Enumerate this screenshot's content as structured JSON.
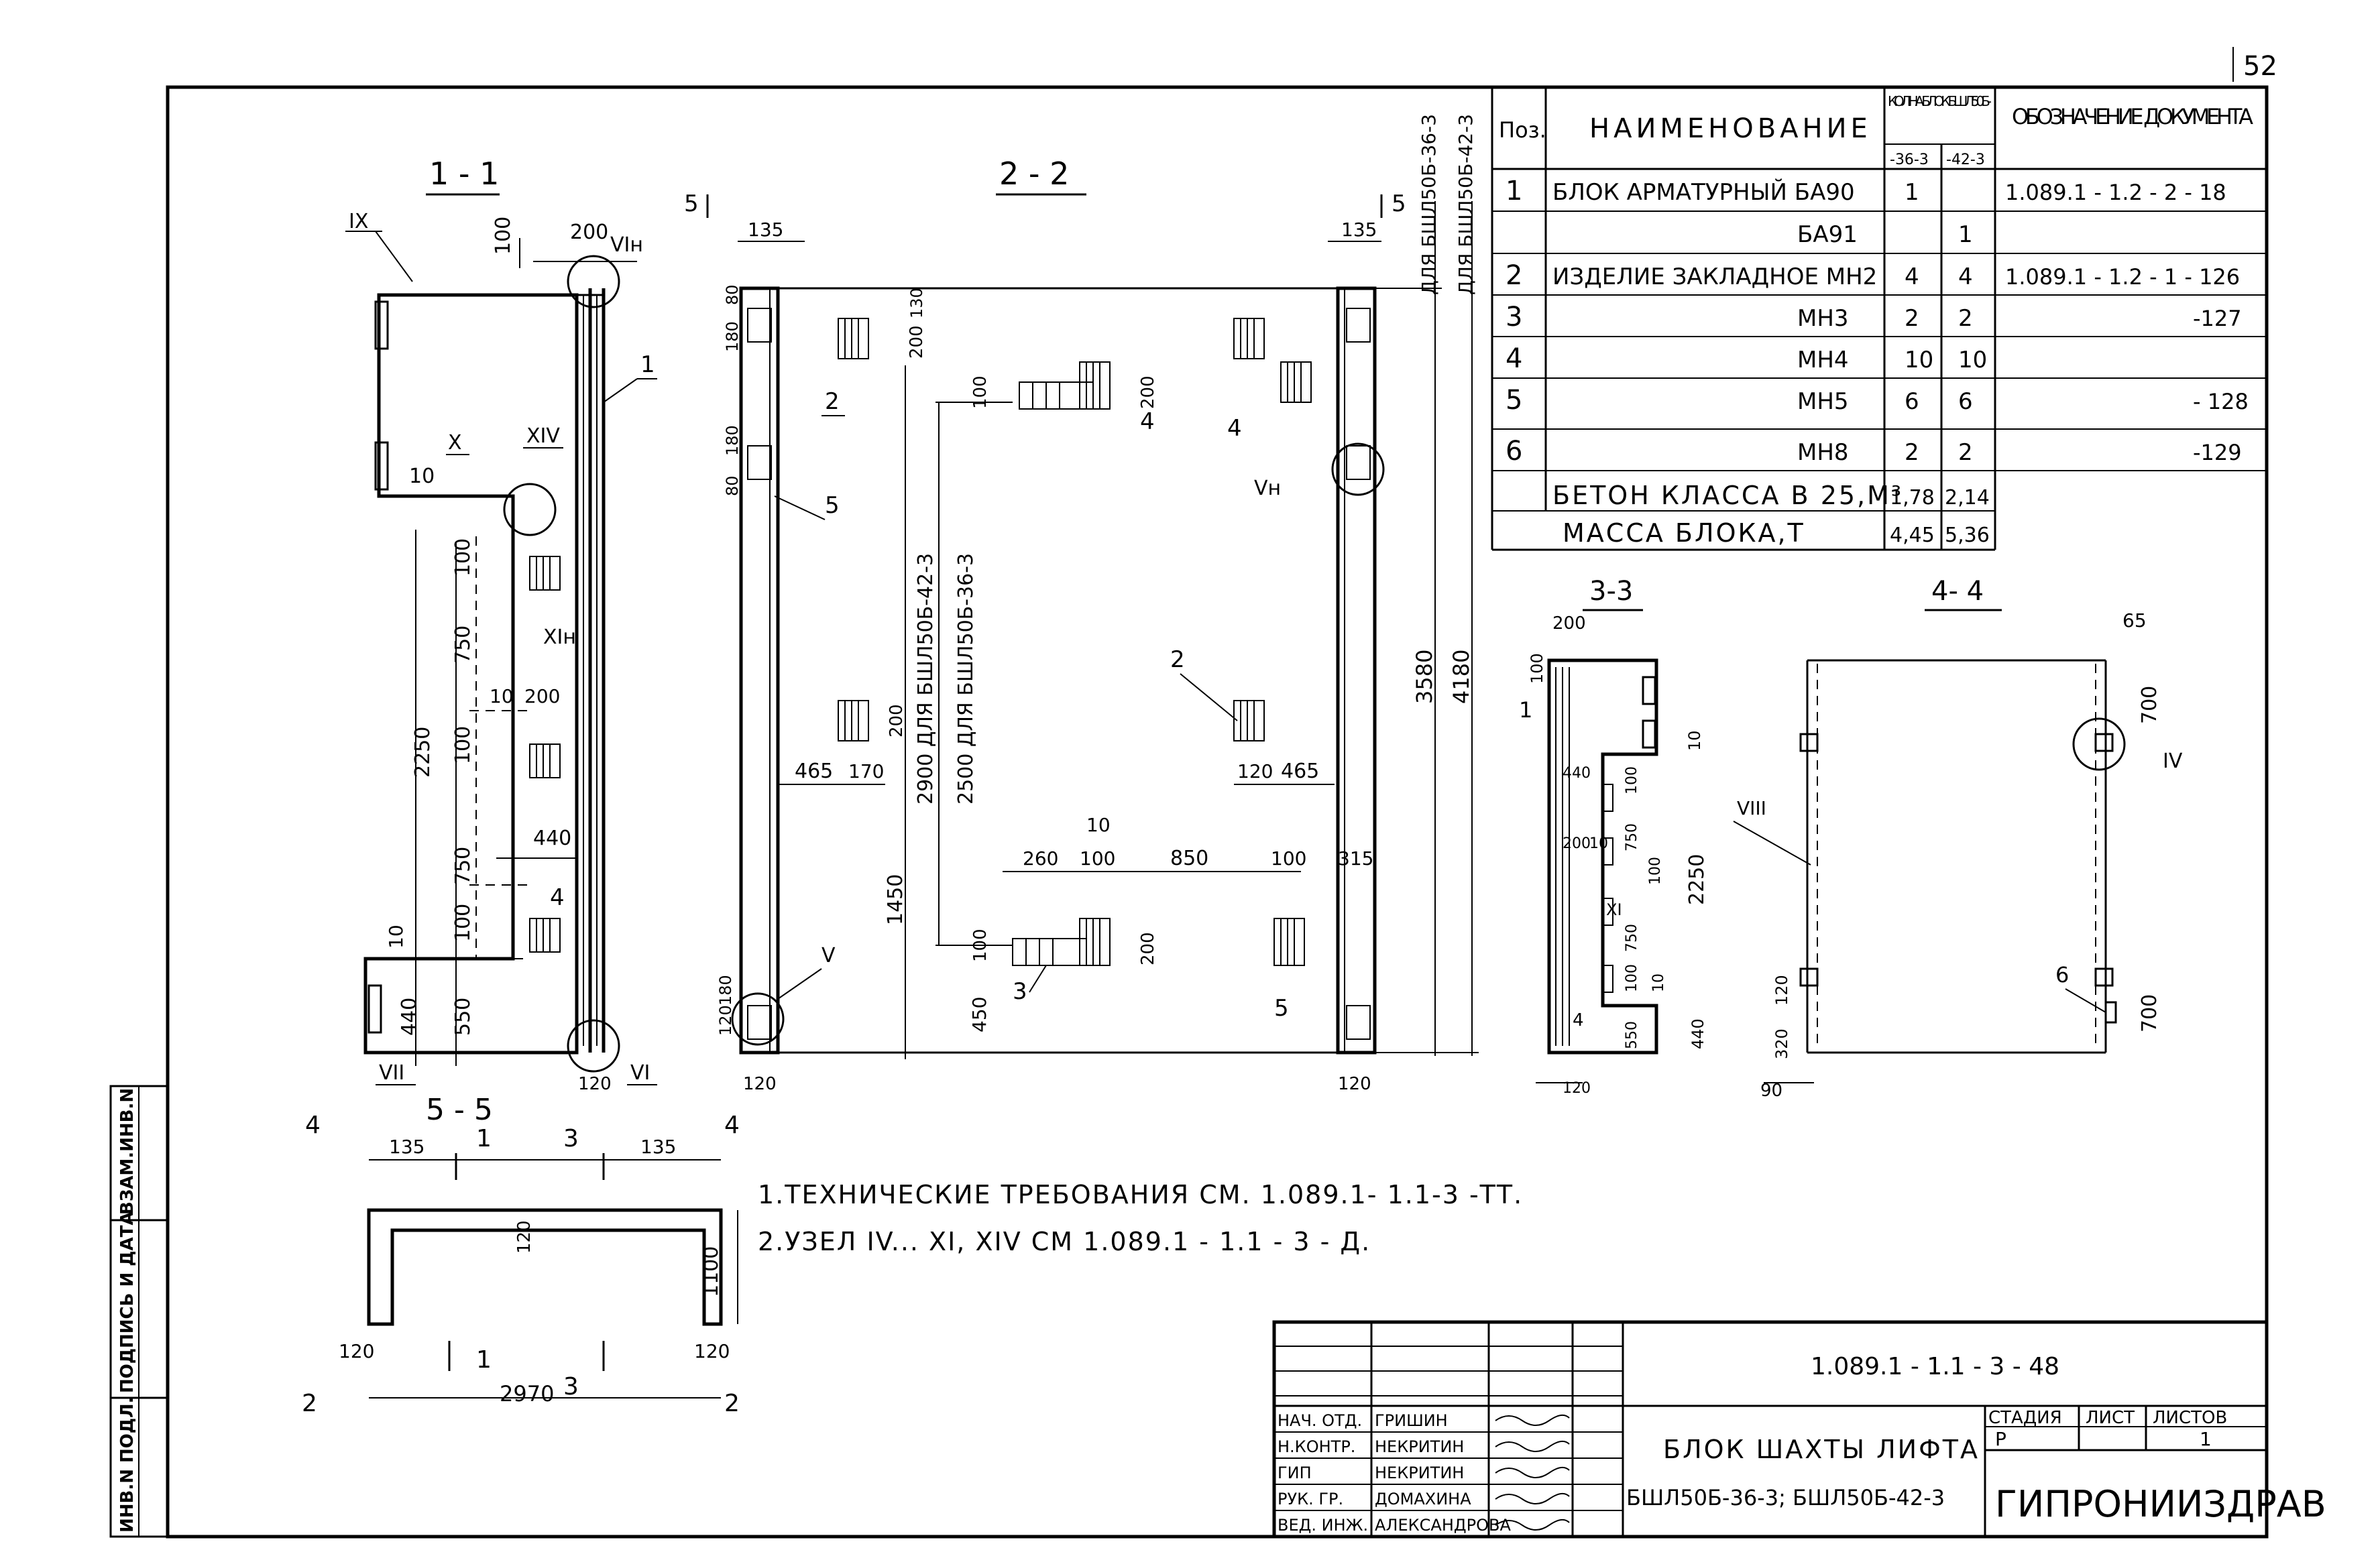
{
  "page_number": "52",
  "side_stamp": {
    "inv_orig": "ИНВ.N ПОДЛ.",
    "sign_date": "ПОДПИСЬ И ДАТА",
    "replace_inv": "ВЗАМ.ИНВ.N"
  },
  "sections": {
    "s11": "1 - 1",
    "s22": "2 - 2",
    "s33": "3-3",
    "s44": "4- 4",
    "s55": "5 - 5"
  },
  "spec_table": {
    "headers": {
      "pos": "Поз.",
      "name": "НАИМЕНОВАНИЕ",
      "qty": "КОЛ.НА БЛОК БШЛ50Б-",
      "qty_a": "-36-3",
      "qty_b": "-42-3",
      "doc": "ОБОЗНАЧЕНИЕ ДОКУМЕНТА"
    },
    "rows": [
      {
        "pos": "1",
        "name": "БЛОК АРМАТУРНЫЙ БА90",
        "a": "1",
        "b": "",
        "doc": "1.089.1 - 1.2 - 2 - 18"
      },
      {
        "pos": "",
        "name": "БА91",
        "a": "",
        "b": "1",
        "doc": ""
      },
      {
        "pos": "2",
        "name": "ИЗДЕЛИЕ ЗАКЛАДНОЕ МН2",
        "a": "4",
        "b": "4",
        "doc": "1.089.1 - 1.2 - 1 - 126"
      },
      {
        "pos": "3",
        "name": "МН3",
        "a": "2",
        "b": "2",
        "doc": "-127"
      },
      {
        "pos": "4",
        "name": "МН4",
        "a": "10",
        "b": "10",
        "doc": ""
      },
      {
        "pos": "5",
        "name": "МН5",
        "a": "6",
        "b": "6",
        "doc": "- 128"
      },
      {
        "pos": "6",
        "name": "МН8",
        "a": "2",
        "b": "2",
        "doc": "-129"
      }
    ],
    "concrete": {
      "name": "БЕТОН КЛАССА В 25,М³",
      "a": "1,78",
      "b": "2,14"
    },
    "mass": {
      "name": "МАССА БЛОКА,Т",
      "a": "4,45",
      "b": "5,36"
    }
  },
  "notes": {
    "n1": "1.ТЕХНИЧЕСКИЕ ТРЕБОВАНИЯ СМ. 1.089.1- 1.1-3 -ТТ.",
    "n2": "2.УЗЕЛ IV... XI, XIV СМ 1.089.1 - 1.1 - 3 - Д."
  },
  "title_block": {
    "code": "1.089.1 - 1.1 - 3 - 48",
    "title1": "БЛОК ШАХТЫ ЛИФТА",
    "title2": "БШЛ50Б-36-3; БШЛ50Б-42-3",
    "stage_h": "СТАДИЯ",
    "sheet_h": "ЛИСТ",
    "sheets_h": "ЛИСТОВ",
    "stage": "Р",
    "sheet": "",
    "sheets": "1",
    "org": "ГИПРОНИИЗДРАВ",
    "roles": [
      {
        "role": "НАЧ. ОТД.",
        "name": "ГРИШИН"
      },
      {
        "role": "Н.КОНТР.",
        "name": "НЕКРИТИН"
      },
      {
        "role": "ГИП",
        "name": "НЕКРИТИН"
      },
      {
        "role": "РУК. ГР.",
        "name": "ДОМАХИНА"
      },
      {
        "role": "ВЕД. ИНЖ.",
        "name": "АЛЕКСАНДРОВА"
      }
    ]
  },
  "labels": {
    "for36": "ДЛЯ БШЛ50Б-36-3",
    "for42": "ДЛЯ БШЛ50Б-42-3",
    "dim2900": "2900 ДЛЯ БШЛ50Б-42-3",
    "dim2500": "2500 ДЛЯ БШЛ50Б-36-3"
  },
  "dims": {
    "d100": "100",
    "d200": "200",
    "d10": "10",
    "d750": "750",
    "d2250": "2250",
    "d440": "440",
    "d550": "550",
    "d120": "120",
    "d135": "135",
    "d180": "180",
    "d80": "80",
    "d130": "130",
    "d465": "465",
    "d170": "170",
    "d1450": "1450",
    "d450": "450",
    "d260": "260",
    "d850": "850",
    "d315": "315",
    "d3580": "3580",
    "d4180": "4180",
    "d65": "65",
    "d700": "700",
    "d320": "320",
    "d90": "90",
    "d1100": "1100",
    "d2970": "2970"
  },
  "nodes": {
    "IX": "IX",
    "X": "X",
    "XIV": "XIV",
    "VIн": "VIн",
    "XIн": "XIн",
    "VII": "VII",
    "VI": "VI",
    "V": "V",
    "Vн": "Vн",
    "VIII": "VIII",
    "XI": "XI",
    "IV": "IV"
  },
  "positions": {
    "p1": "1",
    "p2": "2",
    "p3": "3",
    "p4": "4",
    "p5": "5",
    "p6": "6"
  },
  "cuts": {
    "c1": "1",
    "c2": "2",
    "c3": "3",
    "c4": "4",
    "c5": "5"
  }
}
